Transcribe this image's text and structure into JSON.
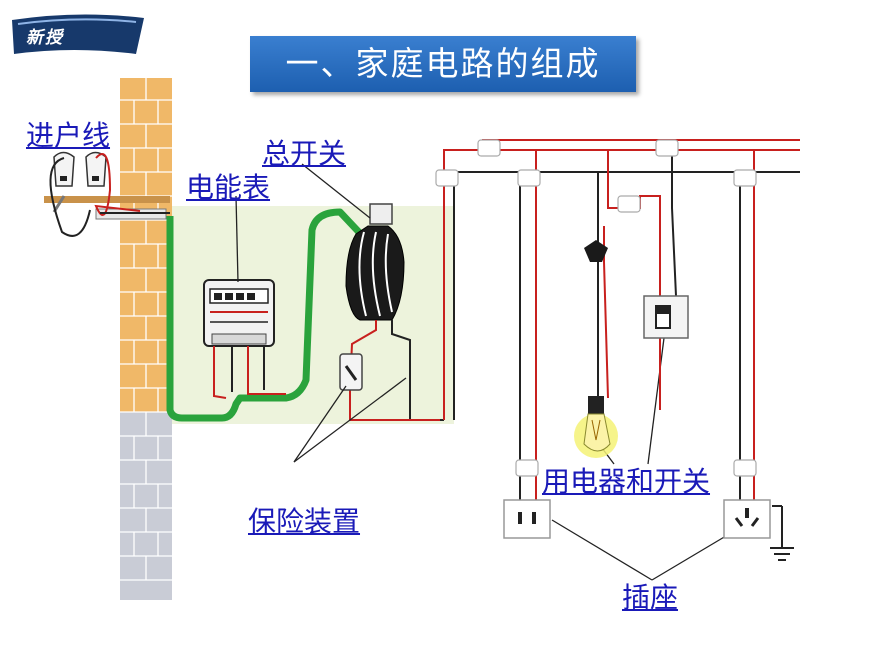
{
  "badge": {
    "text": "新授"
  },
  "title": "一、家庭电路的组成",
  "labels": {
    "service_line": "进户线",
    "main_switch": "总开关",
    "meter": "电能表",
    "fuse": "保险装置",
    "appliance_switch": "用电器和开关",
    "socket": "插座"
  },
  "colors": {
    "live_wire": "#c8201e",
    "neutral_wire": "#222222",
    "ground_wire": "#2aa33c",
    "title_bg": "#2a6ec4",
    "label": "#1a1ab8"
  }
}
